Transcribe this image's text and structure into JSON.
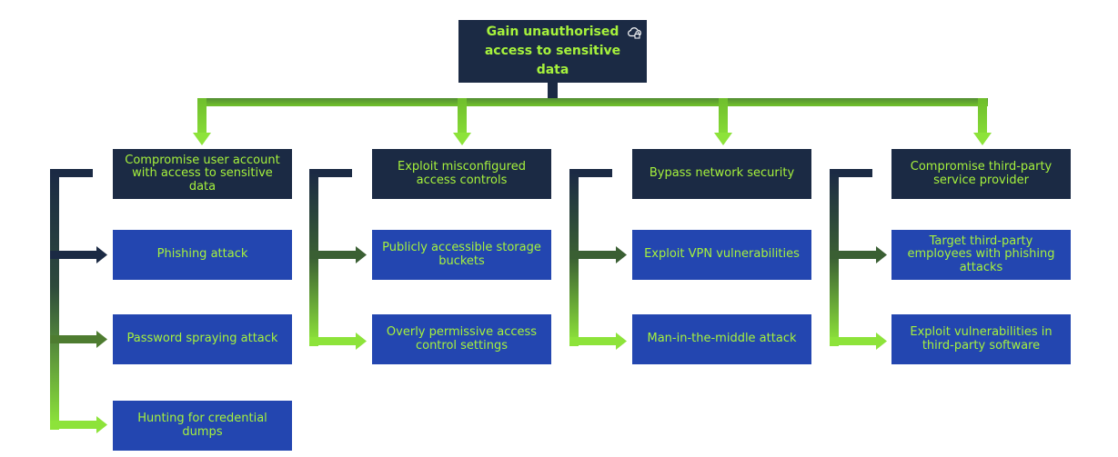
{
  "root": {
    "label": "Gain unauthorised access to sensitive data",
    "icon": "cloud-lock-icon"
  },
  "colors": {
    "box_dark": "#1b2a44",
    "box_blue": "#2346b0",
    "text_green": "#a6f23c",
    "connector_dark": "#1b2a44",
    "connector_green": "#8de33a"
  },
  "branches": [
    {
      "label": "Compromise user account with access to sensitive data",
      "children": [
        "Phishing attack",
        "Password spraying attack",
        "Hunting for credential dumps"
      ]
    },
    {
      "label": "Exploit misconfigured access controls",
      "children": [
        "Publicly accessible storage buckets",
        "Overly permissive access control settings"
      ]
    },
    {
      "label": "Bypass network security",
      "children": [
        "Exploit VPN vulnerabilities",
        "Man-in-the-middle attack"
      ]
    },
    {
      "label": "Compromise third-party service provider",
      "children": [
        "Target third-party employees with phishing attacks",
        "Exploit vulnerabilities in third-party software"
      ]
    }
  ]
}
